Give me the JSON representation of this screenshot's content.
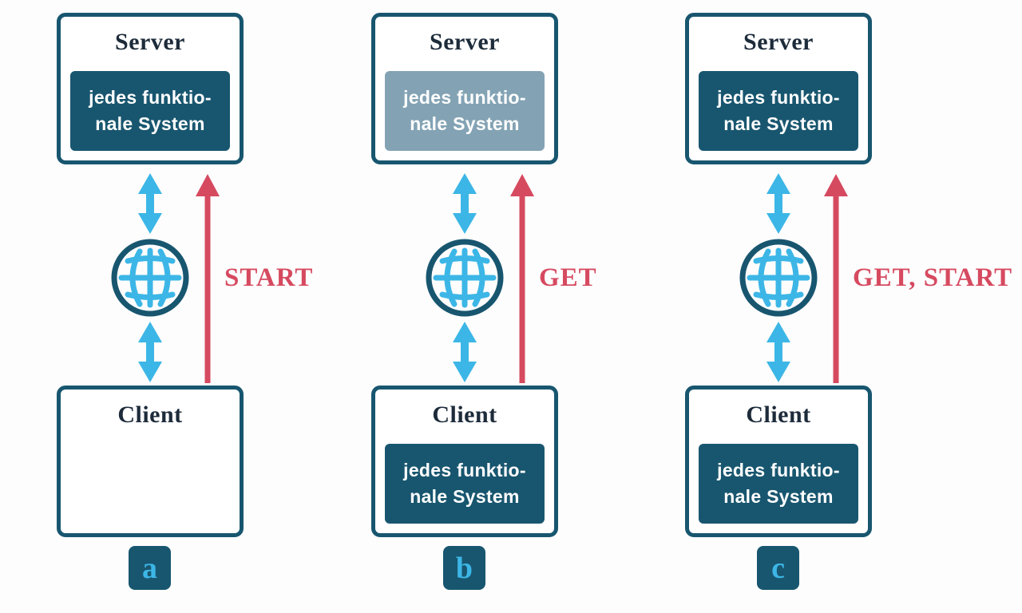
{
  "colors": {
    "teal": "#18566f",
    "cyan": "#3cb6e6",
    "red": "#d64a60",
    "slate": "#83a3b4",
    "ink": "#1d2b3a",
    "bg": "#fdfdfd"
  },
  "icons": {
    "globe-icon": "internet globe: dark ring with cyan meridian/parallel grid",
    "sync-arrow-icon": "vertical double-headed cyan arrow (bidirectional exchange)",
    "request-arrow-icon": "red upward arrow (request from client to server)"
  },
  "columns": [
    {
      "id": "a",
      "server": {
        "title": "Server",
        "system_box": {
          "variant": "dark",
          "text": "jedes funktio-\nnale System"
        }
      },
      "client": {
        "title": "Client"
      },
      "arrow_label": "START",
      "caption": "a"
    },
    {
      "id": "b",
      "server": {
        "title": "Server",
        "system_box": {
          "variant": "light",
          "text": "jedes funktio-\nnale System"
        }
      },
      "client": {
        "title": "Client",
        "system_box": {
          "variant": "dark",
          "text": "jedes funktio-\nnale System"
        }
      },
      "arrow_label": "GET",
      "caption": "b"
    },
    {
      "id": "c",
      "server": {
        "title": "Server",
        "system_box": {
          "variant": "dark",
          "text": "jedes funktio-\nnale System"
        }
      },
      "client": {
        "title": "Client",
        "system_box": {
          "variant": "dark",
          "text": "jedes funktio-\nnale System"
        }
      },
      "arrow_label": "GET, START",
      "caption": "c"
    }
  ]
}
